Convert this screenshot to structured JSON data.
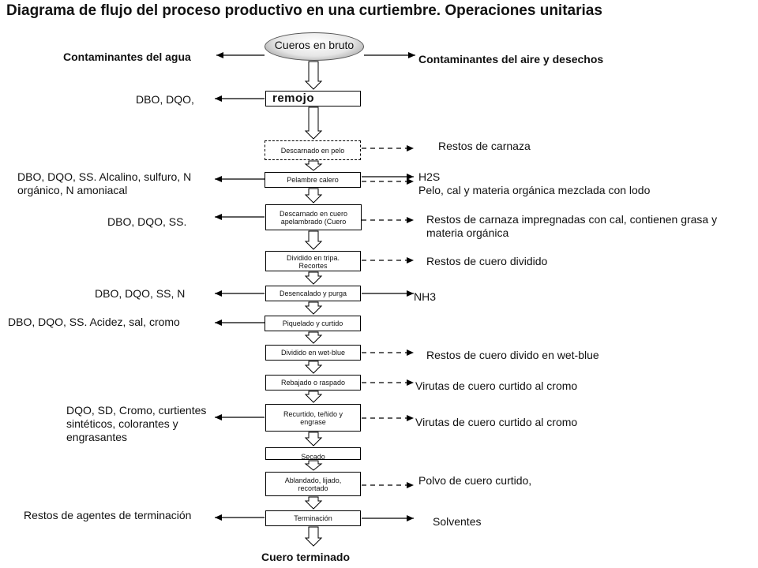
{
  "title": "Diagrama de flujo del proceso productivo en una curtiembre. Operaciones unitarias",
  "header_left": "Contaminantes del agua",
  "header_right": "Contaminantes del aire y desechos",
  "start": "Cueros en bruto",
  "end": "Cuero terminado",
  "steps": [
    {
      "label": "remojo",
      "left": "DBO, DQO,",
      "right": ""
    },
    {
      "label": "Descarnado en pelo",
      "left": "",
      "right": "Restos de carnaza"
    },
    {
      "label": "Pelambre calero",
      "left": "DBO, DQO, SS. Alcalino, sulfuro, N orgánico, N amoniacal",
      "right_top": "H2S",
      "right": "Pelo, cal y materia orgánica mezclada con lodo"
    },
    {
      "label": "Descarnado en cuero apelambrado (Cuero",
      "left": "DBO, DQO, SS.",
      "right": "Restos de carnaza impregnadas con cal, contienen grasa y materia orgánica"
    },
    {
      "label": "Dividido en tripa. Recortes",
      "left": "",
      "right": "Restos de cuero dividido"
    },
    {
      "label": "Desencalado y purga",
      "left": "DBO, DQO, SS, N",
      "right": "NH3"
    },
    {
      "label": "Piquelado y curtido",
      "left": "DBO, DQO, SS. Acidez, sal, cromo",
      "right": ""
    },
    {
      "label": "Dividido en wet-blue",
      "left": "",
      "right": "Restos de cuero divido en wet-blue"
    },
    {
      "label": "Rebajado o raspado",
      "left": "",
      "right": "Virutas de cuero curtido al cromo"
    },
    {
      "label": "Recurtido, teñido y engrase",
      "left": "DQO, SD, Cromo, curtientes sintéticos, colorantes y engrasantes",
      "right": "Virutas de cuero curtido al cromo"
    },
    {
      "label": "Secado",
      "left": "",
      "right": ""
    },
    {
      "label": "Ablandado, lijado, recortado",
      "left": "",
      "right": "Polvo de cuero curtido,"
    },
    {
      "label": "Terminación",
      "left": "Restos de agentes de terminación",
      "right": "Solventes"
    }
  ]
}
